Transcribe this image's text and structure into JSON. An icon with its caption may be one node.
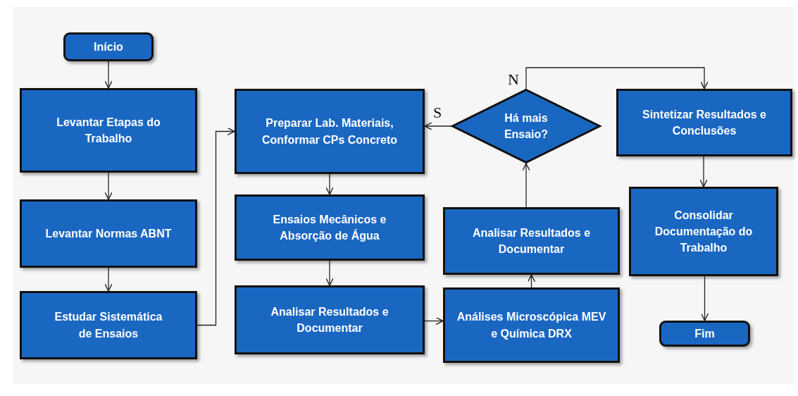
{
  "diagram": {
    "nodes": [
      {
        "text": [
          "Início"
        ]
      },
      {
        "text": [
          "Levantar Etapas do Trabalho"
        ]
      },
      {
        "text": [
          "Levantar Normas ABNT"
        ]
      },
      {
        "text": [
          "Estudar Sistemática de Ensaios"
        ]
      },
      {
        "text": [
          "Preparar Lab. Materiais, Conformar CPs Concreto"
        ]
      },
      {
        "text": [
          "Ensaios Mecânicos e Absorção de Água"
        ]
      },
      {
        "text": [
          "Analisar Resultados e Documentar"
        ]
      },
      {
        "text": [
          "Há mais Ensaio?"
        ]
      },
      {
        "text": [
          "Analisar Resultados e Documentar"
        ]
      },
      {
        "text": [
          "Análises Microscópica MEV e Química DRX"
        ]
      },
      {
        "text": [
          "Sintetizar Resultados e Conclusões"
        ]
      },
      {
        "text": [
          "Consolidar Documentação do Trabalho"
        ]
      },
      {
        "text": [
          "Fim"
        ]
      }
    ],
    "edges": [
      {
        "from": 0,
        "to": 1,
        "arrow": "to"
      },
      {
        "from": 1,
        "to": 2,
        "arrow": "to"
      },
      {
        "from": 2,
        "to": 3,
        "arrow": "to"
      },
      {
        "from": 3,
        "to": 4,
        "arrow": "to"
      },
      {
        "from": 4,
        "to": 5,
        "arrow": "to"
      },
      {
        "from": 5,
        "to": 6,
        "arrow": "to"
      },
      {
        "from": 6,
        "to": 9,
        "arrow": "to"
      },
      {
        "from": 9,
        "to": 8,
        "arrow": "to"
      },
      {
        "from": 8,
        "to": 7,
        "arrow": "to"
      },
      {
        "from": 7,
        "to": 4,
        "arrow": "to",
        "label": "S"
      },
      {
        "from": 7,
        "to": 10,
        "arrow": "to",
        "label": "N"
      },
      {
        "from": 10,
        "to": 11,
        "arrow": "to"
      },
      {
        "from": 11,
        "to": 12,
        "arrow": "to"
      }
    ]
  }
}
